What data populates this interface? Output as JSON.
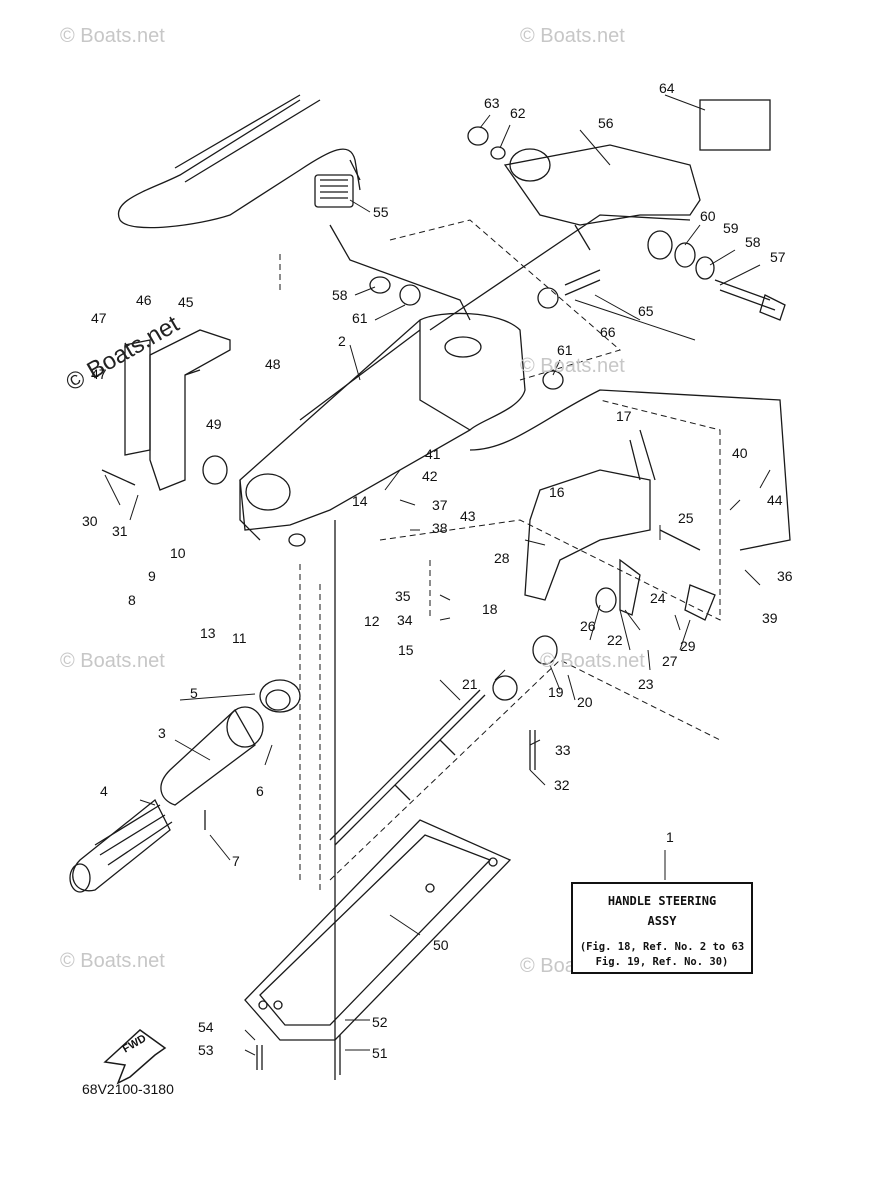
{
  "watermarks": {
    "text": "© Boats.net"
  },
  "diagram_code": "68V2100-3180",
  "fwd_label": "FWD",
  "info_box": {
    "line1": "HANDLE STEERING",
    "line2": "ASSY",
    "line3": "(Fig. 18, Ref. No. 2 to 63",
    "line4": "Fig. 19, Ref. No. 30)"
  },
  "callouts": [
    "1",
    "2",
    "3",
    "4",
    "5",
    "6",
    "7",
    "8",
    "9",
    "10",
    "11",
    "12",
    "13",
    "14",
    "15",
    "16",
    "17",
    "18",
    "19",
    "20",
    "21",
    "22",
    "23",
    "24",
    "25",
    "26",
    "27",
    "28",
    "29",
    "30",
    "31",
    "32",
    "33",
    "34",
    "35",
    "36",
    "37",
    "38",
    "39",
    "40",
    "41",
    "42",
    "43",
    "44",
    "45",
    "46",
    "47",
    "47",
    "48",
    "49",
    "50",
    "51",
    "52",
    "53",
    "54",
    "55",
    "56",
    "57",
    "58",
    "58",
    "59",
    "60",
    "61",
    "61",
    "62",
    "63",
    "64",
    "65",
    "66"
  ],
  "colors": {
    "line": "#1a1a1a",
    "watermark": "#c7c7c7",
    "background": "#ffffff"
  }
}
